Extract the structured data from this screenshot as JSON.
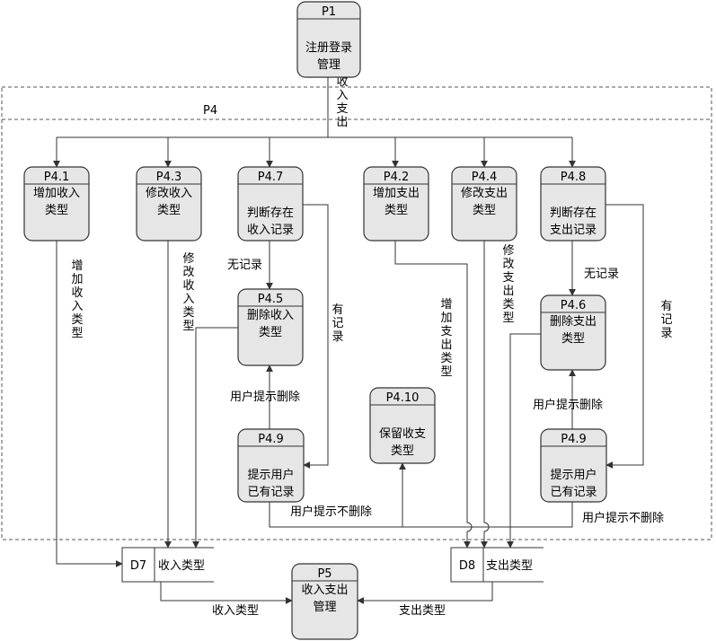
{
  "processes": [
    {
      "id": "P1",
      "lines": [
        "注册登录",
        "管理"
      ]
    },
    {
      "id": "P4.1",
      "lines": [
        "增加收入",
        "类型"
      ]
    },
    {
      "id": "P4.3",
      "lines": [
        "修改收入",
        "类型"
      ]
    },
    {
      "id": "P4.7",
      "lines": [
        "判断存在",
        "收入记录"
      ]
    },
    {
      "id": "P4.2",
      "lines": [
        "增加支出",
        "类型"
      ]
    },
    {
      "id": "P4.4",
      "lines": [
        "修改支出",
        "类型"
      ]
    },
    {
      "id": "P4.8",
      "lines": [
        "判断存在",
        "支出记录"
      ]
    },
    {
      "id": "P4.5",
      "lines": [
        "删除收入",
        "类型"
      ]
    },
    {
      "id": "P4.6",
      "lines": [
        "删除支出",
        "类型"
      ]
    },
    {
      "id": "P4.10",
      "lines": [
        "保留收支",
        "类型"
      ]
    },
    {
      "id": "P4.9",
      "lines": [
        "提示用户",
        "已有记录"
      ]
    },
    {
      "id": "P4.9",
      "lines": [
        "提示用户",
        "已有记录"
      ]
    },
    {
      "id": "P5",
      "lines": [
        "收入支出",
        "管理"
      ]
    }
  ],
  "datastores": [
    {
      "id": "D7",
      "name": "收入类型"
    },
    {
      "id": "D8",
      "name": "支出类型"
    }
  ],
  "boundary_label": "P4",
  "labels": {
    "v_shouru_zhichu": "收入支出",
    "v_add_income": "增加收入类型",
    "v_mod_income": "修改收入类型",
    "no_record_left": "无记录",
    "v_has_record_left": "有记录",
    "user_confirm_delete_left": "用户提示删除",
    "user_no_delete_left": "用户提示不删除",
    "v_add_expense": "增加支出类型",
    "v_mod_expense": "修改支出类型",
    "no_record_right": "无记录",
    "v_has_record_right": "有记录",
    "user_confirm_delete_right": "用户提示删除",
    "user_no_delete_right": "用户提示不删除",
    "income_type_out": "收入类型",
    "expense_type_out": "支出类型"
  }
}
